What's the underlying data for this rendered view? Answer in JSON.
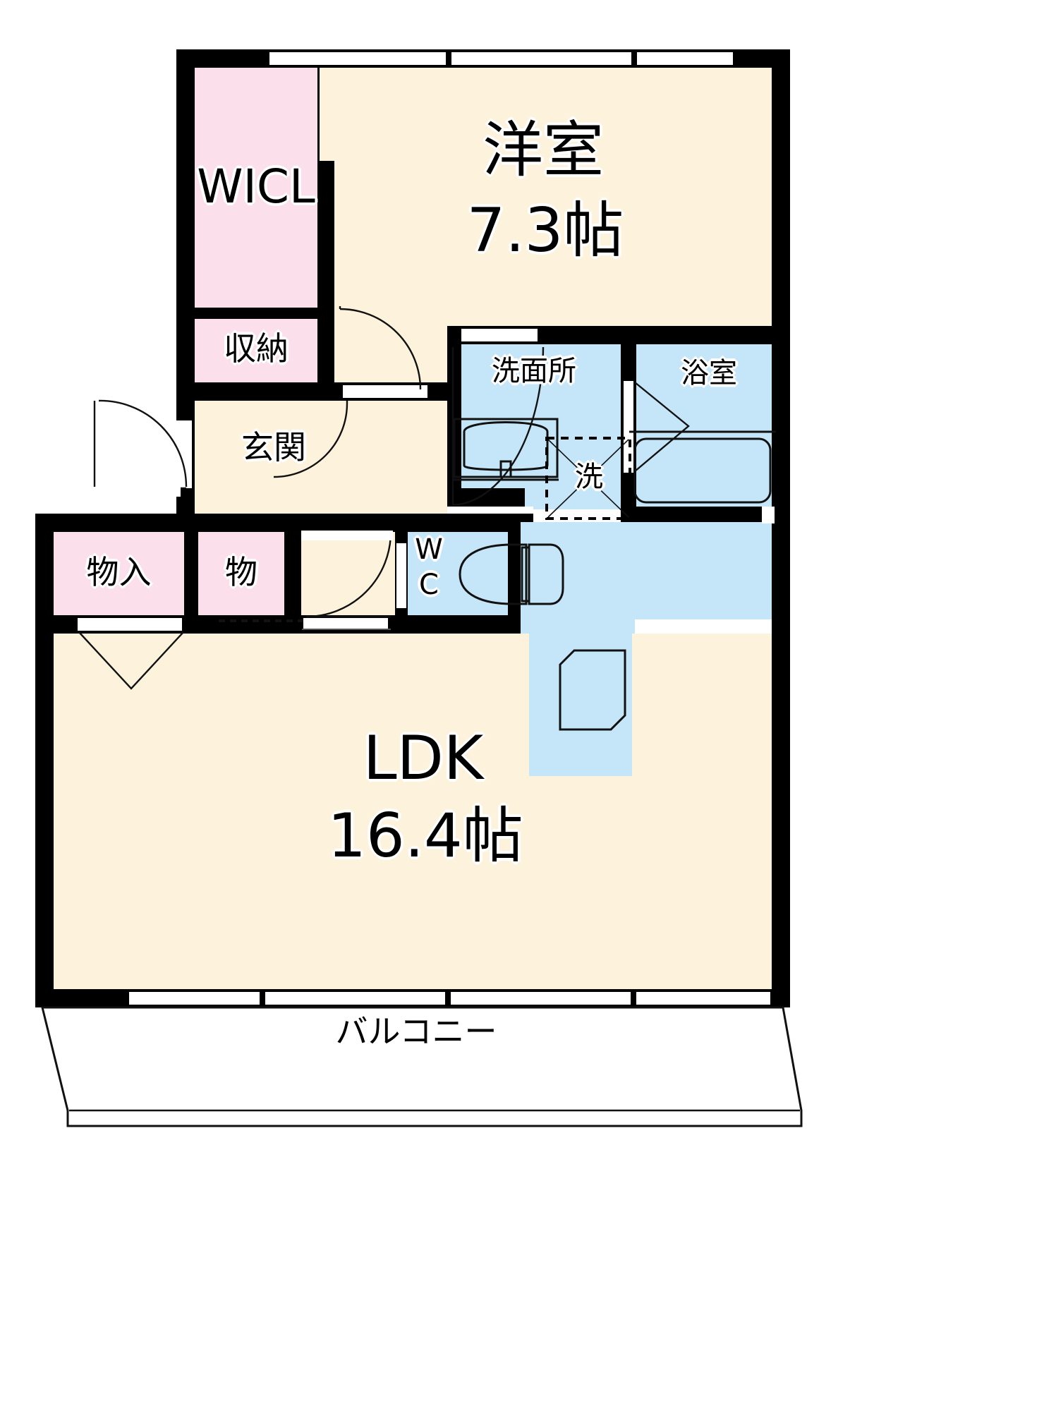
{
  "plan": {
    "type": "japanese-floor-plan",
    "title": "間取り図",
    "rooms": [
      {
        "id": "wicl",
        "label": "WICL",
        "kind": "walk-in-closet",
        "color": "#fbe0ec"
      },
      {
        "id": "shuno",
        "label": "収納",
        "kind": "closet",
        "color": "#fbe0ec"
      },
      {
        "id": "washitsu",
        "label": "洋室",
        "kind": "western-room",
        "size": "7.3帖",
        "color": "#fdf3dd"
      },
      {
        "id": "senmenjo",
        "label": "洗面所",
        "kind": "vanity-washroom",
        "color": "#c5e5f8"
      },
      {
        "id": "yokushitsu",
        "label": "浴室",
        "kind": "bathroom",
        "color": "#c5e5f8"
      },
      {
        "id": "genkan",
        "label": "玄関",
        "kind": "entrance",
        "color": "#fdf3dd"
      },
      {
        "id": "monoire",
        "label": "物入",
        "kind": "closet",
        "color": "#fbe0ec"
      },
      {
        "id": "mono",
        "label": "物",
        "kind": "closet",
        "color": "#fbe0ec"
      },
      {
        "id": "wc",
        "label": "WC",
        "kind": "toilet",
        "color": "#c5e5f8"
      },
      {
        "id": "ldk",
        "label": "LDK",
        "kind": "living-dining-kitchen",
        "size": "16.4帖",
        "color": "#fdf3dd"
      },
      {
        "id": "balcony",
        "label": "バルコニー",
        "kind": "balcony",
        "color": "#ffffff"
      },
      {
        "id": "washer",
        "label": "洗",
        "kind": "washing-machine-space",
        "color": "#c5e5f8"
      }
    ],
    "labels": {
      "wicl": "WICL",
      "shuno": "収納",
      "yoshitsu_name": "洋室",
      "yoshitsu_size": "7.3帖",
      "senmenjo": "洗面所",
      "yokushitsu": "浴室",
      "washer": "洗",
      "genkan": "玄関",
      "monoire": "物入",
      "mono": "物",
      "wc_top": "W",
      "wc_bottom": "C",
      "ldk_name": "LDK",
      "ldk_size": "16.4帖",
      "balcony": "バルコニー"
    },
    "colors": {
      "wall": "#000000",
      "floor": "#fdf3dd",
      "closet": "#fbe0ec",
      "water": "#c5e5f8",
      "background": "#ffffff",
      "outline": "#111111"
    },
    "fixtures": [
      {
        "id": "vanity-sink",
        "name": "洗面台",
        "room": "senmenjo"
      },
      {
        "id": "bathtub",
        "name": "浴槽",
        "room": "yokushitsu"
      },
      {
        "id": "toilet-bowl",
        "name": "便器",
        "room": "wc"
      },
      {
        "id": "kitchen-counter",
        "name": "キッチン",
        "room": "ldk"
      },
      {
        "id": "washer-space",
        "name": "洗濯機置場",
        "room": "senmenjo"
      }
    ]
  }
}
